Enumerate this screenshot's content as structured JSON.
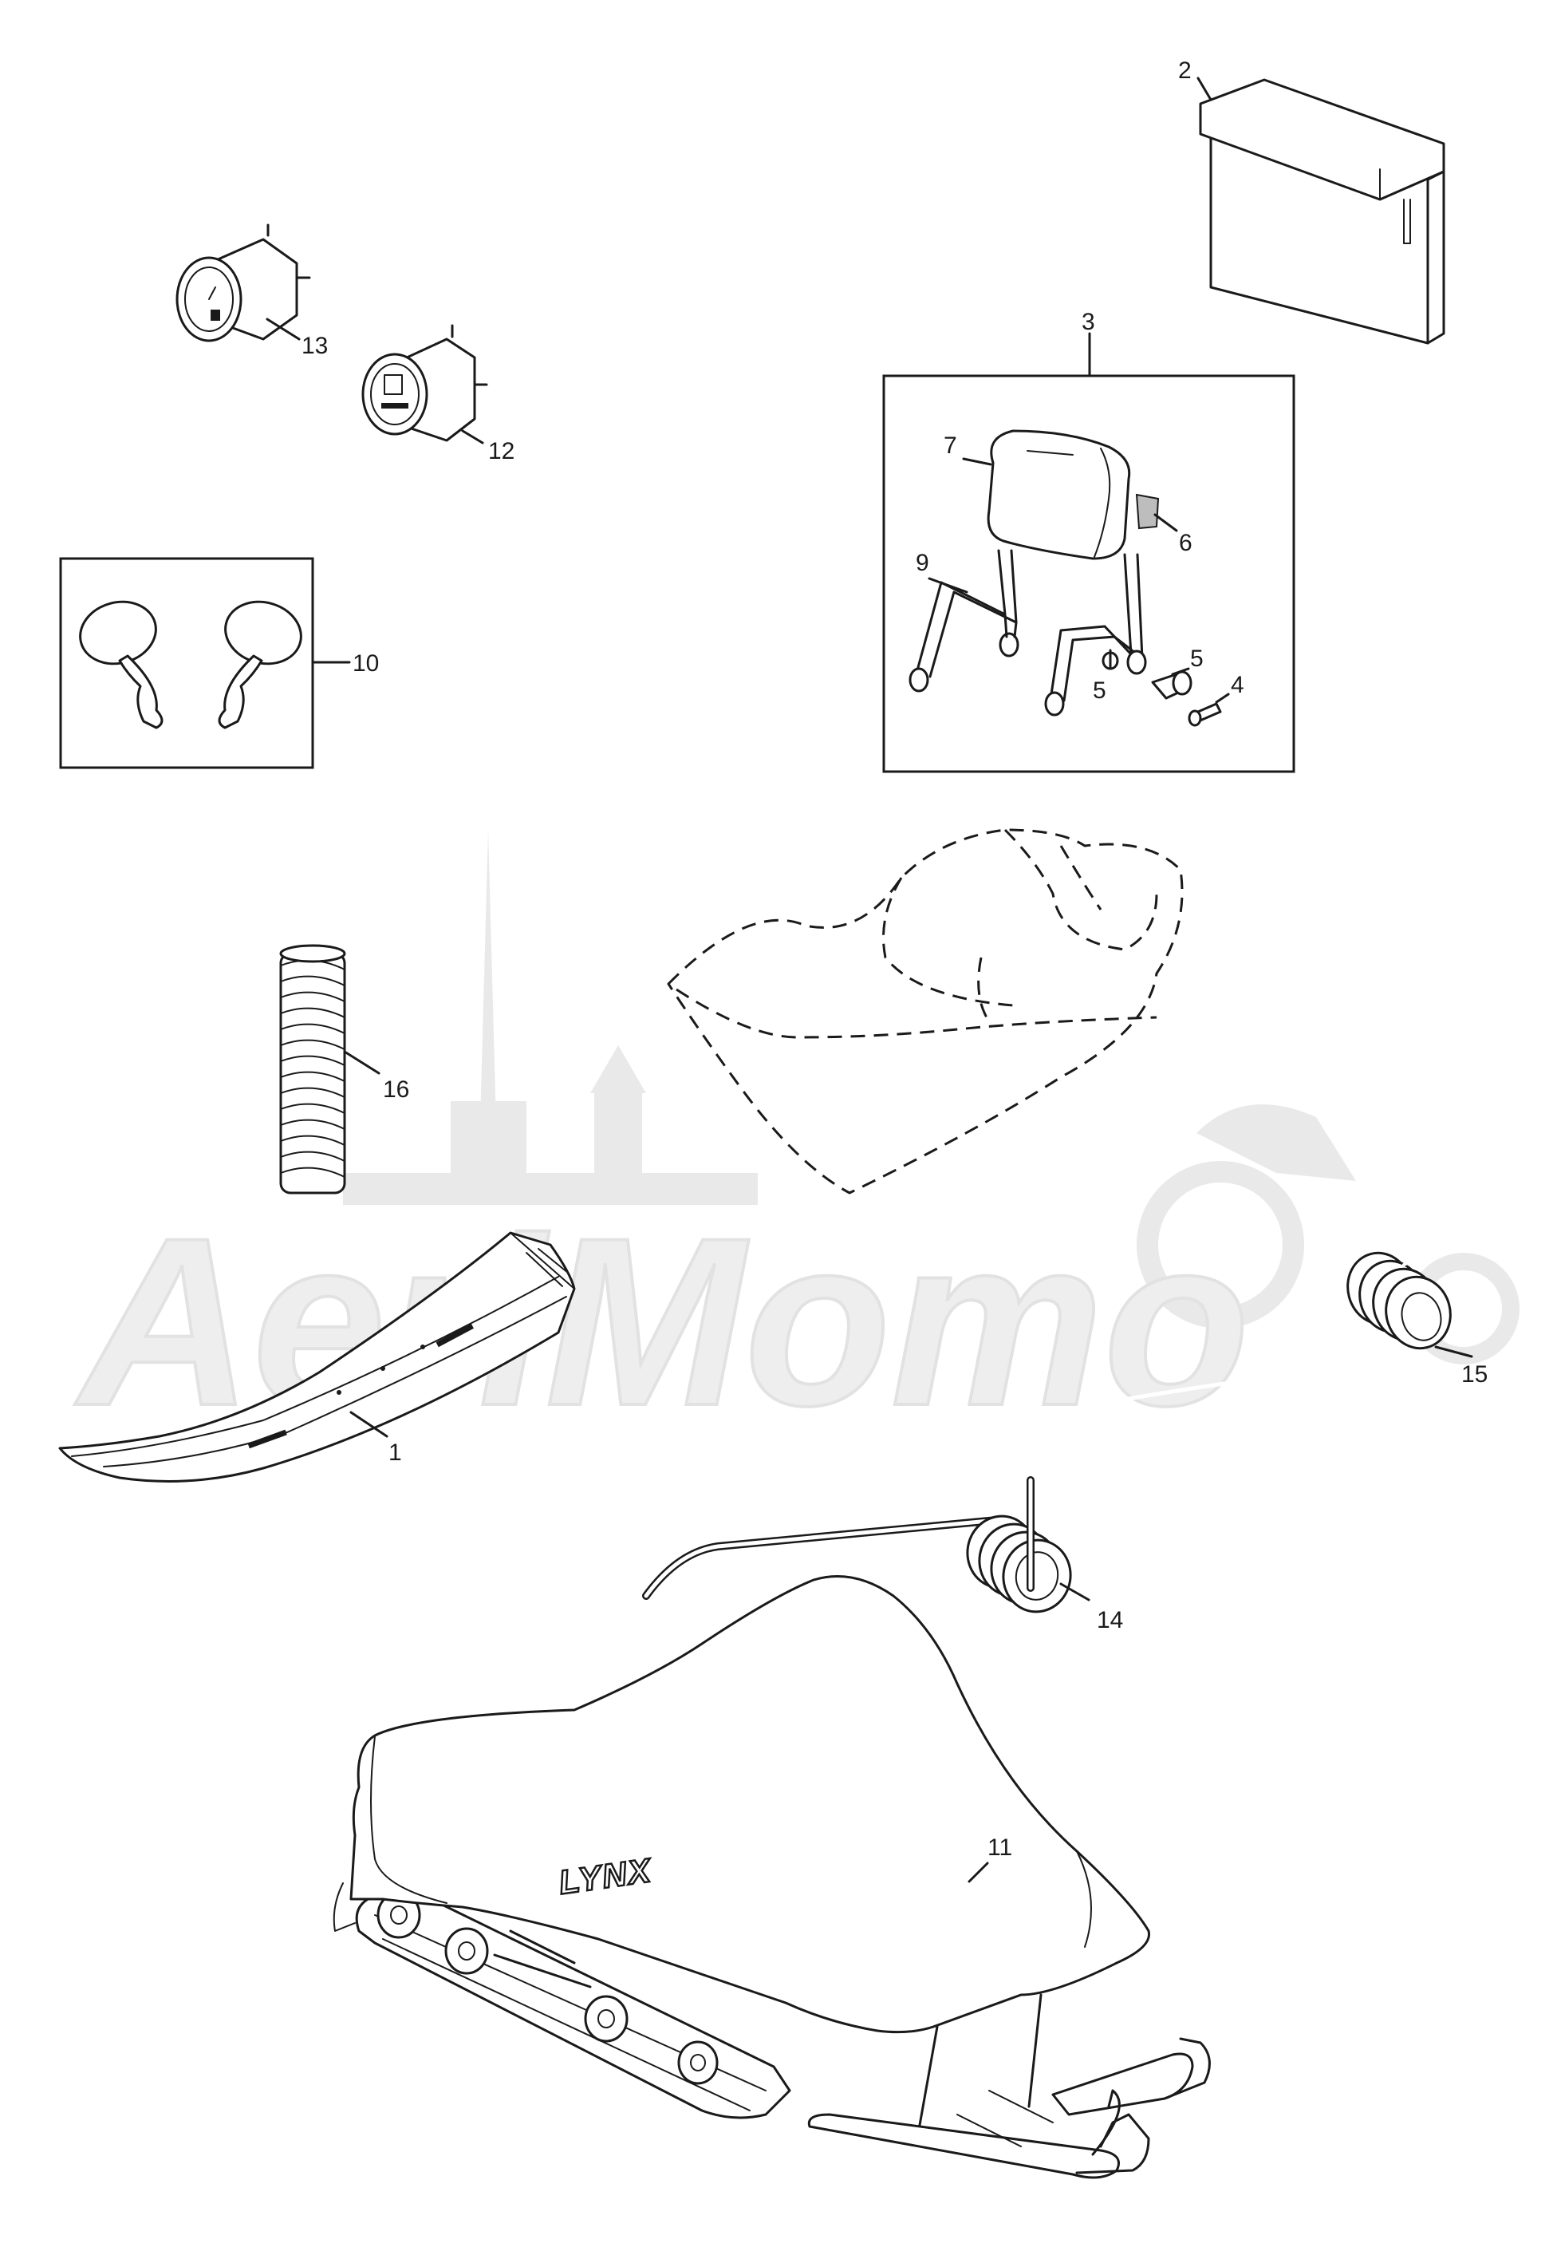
{
  "callouts": {
    "1": "1",
    "2": "2",
    "3": "3",
    "4": "4",
    "5a": "5",
    "5b": "5",
    "6": "6",
    "7": "7",
    "9": "9",
    "10": "10",
    "11": "11",
    "12": "12",
    "13": "13",
    "14": "14",
    "15": "15",
    "16": "16"
  },
  "cover_logo": "LYNX",
  "watermark": "AeriMomo"
}
